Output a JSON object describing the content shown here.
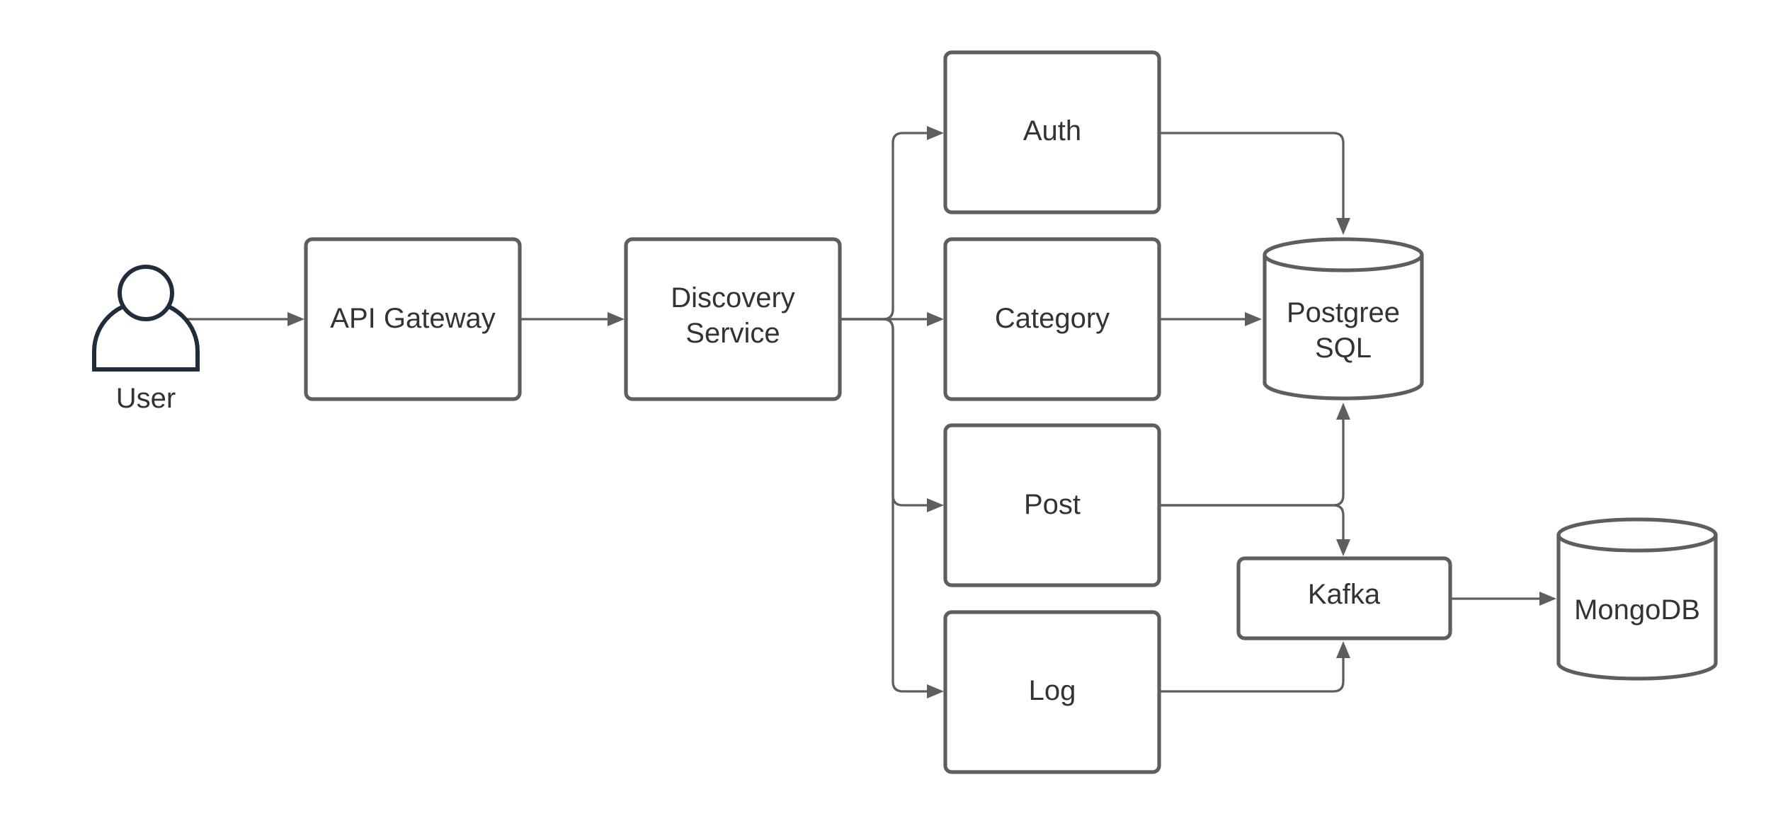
{
  "nodes": {
    "user": {
      "label": "User",
      "shape": "person-icon"
    },
    "api_gateway": {
      "label": "API Gateway"
    },
    "discovery_service": {
      "line1": "Discovery",
      "line2": "Service"
    },
    "auth": {
      "label": "Auth"
    },
    "category": {
      "label": "Category"
    },
    "post": {
      "label": "Post"
    },
    "log": {
      "label": "Log"
    },
    "postgresql": {
      "line1": "Postgree",
      "line2": "SQL",
      "shape": "database-cylinder"
    },
    "kafka": {
      "label": "Kafka"
    },
    "mongodb": {
      "label": "MongoDB",
      "shape": "database-cylinder"
    }
  },
  "edges": [
    {
      "from": "User",
      "to": "API Gateway"
    },
    {
      "from": "API Gateway",
      "to": "Discovery Service"
    },
    {
      "from": "Discovery Service",
      "to": "Auth"
    },
    {
      "from": "Discovery Service",
      "to": "Category"
    },
    {
      "from": "Discovery Service",
      "to": "Post"
    },
    {
      "from": "Discovery Service",
      "to": "Log"
    },
    {
      "from": "Auth",
      "to": "Postgree SQL"
    },
    {
      "from": "Category",
      "to": "Postgree SQL"
    },
    {
      "from": "Post",
      "to": "Postgree SQL"
    },
    {
      "from": "Post",
      "to": "Kafka"
    },
    {
      "from": "Log",
      "to": "Kafka"
    },
    {
      "from": "Kafka",
      "to": "MongoDB"
    }
  ],
  "colors": {
    "node_stroke": "#5e5e5e",
    "edge": "#5e5e5e",
    "text": "#333333",
    "user_icon": "#1f2d3d",
    "background": "#ffffff"
  }
}
